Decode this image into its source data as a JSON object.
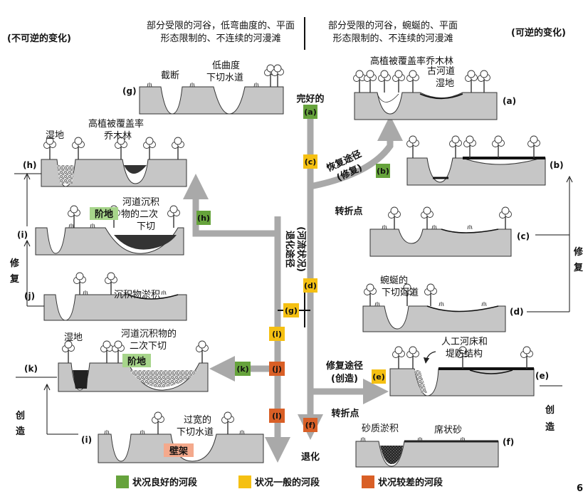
{
  "colors": {
    "good": "#66a33c",
    "fair": "#f5c012",
    "poor": "#d95f26",
    "channel": "#c6c6c6",
    "arrow": "#a9a9a9",
    "terrace": "#a7d58b",
    "shelf": "#f4a98c",
    "dark": "#333333"
  },
  "header": {
    "left_line1": "部分受限的河谷，低弯曲度的、平面",
    "left_line2": "形态限制的、不连续的河漫滩",
    "right_line1": "部分受限的河谷，蜿蜒的、平面",
    "right_line2": "形态限制的、不连续的河漫滩",
    "left_tag": "(不可逆的变化)",
    "right_tag": "(可逆的变化)"
  },
  "axis": {
    "top_label": "完好的",
    "bottom_label": "退化",
    "vertical_label": "退化途径",
    "vertical_sub": "(河流状况)",
    "recovery_path": "恢复途径",
    "recovery_sub": "(修复)",
    "restore_path": "修复途径",
    "restore_sub": "(创造)",
    "turning_point_1": "转折点",
    "turning_point_2": "转折点"
  },
  "badges": {
    "a": "(a)",
    "b": "(b)",
    "c": "(c)",
    "d": "(d)",
    "e": "(e)",
    "f": "(f)",
    "g": "(g)",
    "h": "(h)",
    "i": "(i)",
    "j": "(j)",
    "k": "(k)",
    "l": "(l)"
  },
  "panels": {
    "a": {
      "id": "(a)",
      "label1": "高植被覆盖率乔木林",
      "label2": "古河道",
      "label3": "湿地"
    },
    "b": {
      "id": "(b)"
    },
    "c": {
      "id": "(c)"
    },
    "d": {
      "id": "(d)",
      "label1": "蜿蜒的",
      "label2": "下切河道"
    },
    "e": {
      "id": "(e)",
      "label1": "人工河床和",
      "label2": "堤防结构"
    },
    "f": {
      "id": "(f)",
      "label1": "砂质淤积",
      "label2": "席状砂"
    },
    "g": {
      "id": "(g)",
      "label1": "截断",
      "label2": "低曲度",
      "label3": "下切水道"
    },
    "h": {
      "id": "(h)",
      "label1": "湿地",
      "label2": "高植被覆盖率",
      "label3": "乔木林"
    },
    "i": {
      "id": "(i)",
      "label1": "河道沉积",
      "label2": "物的二次",
      "label3": "下切",
      "tag": "阶地"
    },
    "j": {
      "id": "(j)",
      "label1": "沉积物淤积"
    },
    "k": {
      "id": "(k)",
      "label1": "湿地",
      "label2": "河道沉积物的",
      "label3": "二次下切",
      "tag": "阶地"
    },
    "l": {
      "id": "(i)",
      "label1": "过宽的",
      "label2": "下切水道",
      "tag": "壁架"
    }
  },
  "side_labels": {
    "left_restore_1": "修",
    "left_restore_2": "复",
    "left_create_1": "创",
    "left_create_2": "造",
    "right_restore_1": "修",
    "right_restore_2": "复",
    "right_create_1": "创",
    "right_create_2": "造"
  },
  "legend": {
    "good": "状况良好的河段",
    "fair": "状况一般的河段",
    "poor": "状况较差的河段"
  },
  "page_number": "6"
}
